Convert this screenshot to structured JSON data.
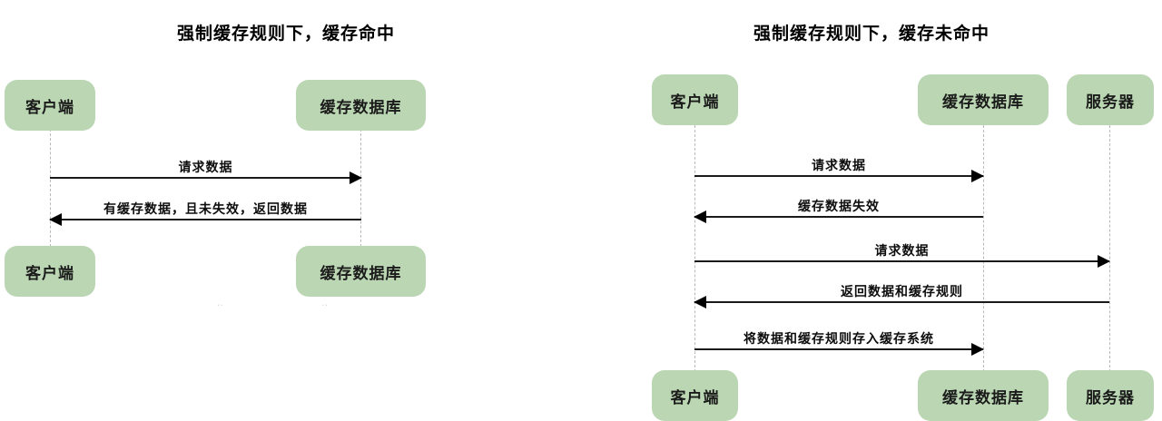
{
  "colors": {
    "actor_fill": "#bad6b2",
    "lifeline": "#b9b9b9",
    "arrow": "#1a1a1a",
    "background": "#ffffff",
    "text": "#111111"
  },
  "diagrams": [
    {
      "id": "cache-hit",
      "title": "强制缓存规则下，缓存命中",
      "actors": [
        {
          "id": "client",
          "label": "客户端"
        },
        {
          "id": "cache-db",
          "label": "缓存数据库"
        }
      ],
      "bottom_actors": [
        {
          "id": "client-bottom",
          "label": "客户端"
        },
        {
          "id": "cache-db-bottom",
          "label": "缓存数据库"
        }
      ],
      "messages": [
        {
          "id": "m1",
          "label": "请求数据",
          "from": "client",
          "to": "cache-db",
          "direction": "right"
        },
        {
          "id": "m2",
          "label": "有缓存数据，且未失效，返回数据",
          "from": "cache-db",
          "to": "client",
          "direction": "left"
        }
      ]
    },
    {
      "id": "cache-miss",
      "title": "强制缓存规则下，缓存未命中",
      "actors": [
        {
          "id": "client",
          "label": "客户端"
        },
        {
          "id": "cache-db",
          "label": "缓存数据库"
        },
        {
          "id": "server",
          "label": "服务器"
        }
      ],
      "bottom_actors": [
        {
          "id": "client-bottom",
          "label": "客户端"
        },
        {
          "id": "cache-db-bottom",
          "label": "缓存数据库"
        },
        {
          "id": "server-bottom",
          "label": "服务器"
        }
      ],
      "messages": [
        {
          "id": "m1",
          "label": "请求数据",
          "from": "client",
          "to": "cache-db",
          "direction": "right"
        },
        {
          "id": "m2",
          "label": "缓存数据失效",
          "from": "cache-db",
          "to": "client",
          "direction": "left"
        },
        {
          "id": "m3",
          "label": "请求数据",
          "from": "client",
          "to": "server",
          "direction": "right"
        },
        {
          "id": "m4",
          "label": "返回数据和缓存规则",
          "from": "server",
          "to": "client",
          "direction": "left"
        },
        {
          "id": "m5",
          "label": "将数据和缓存规则存入缓存系统",
          "from": "client",
          "to": "cache-db",
          "direction": "right"
        }
      ]
    }
  ]
}
